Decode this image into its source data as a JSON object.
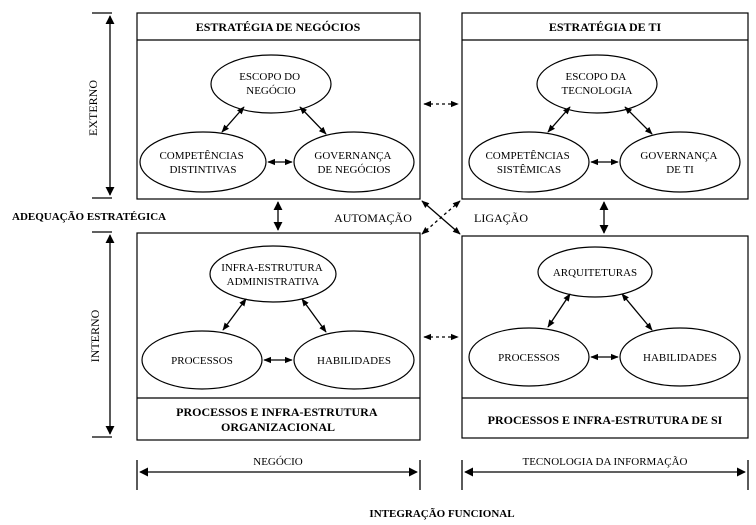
{
  "diagram": {
    "quadrants": {
      "business_strategy": {
        "title": "ESTRATÉGIA DE NEGÓCIOS",
        "nodes": {
          "top": [
            "ESCOPO DO",
            "NEGÓCIO"
          ],
          "left": [
            "COMPETÊNCIAS",
            "DISTINTIVAS"
          ],
          "right": [
            "GOVERNANÇA",
            "DE NEGÓCIOS"
          ]
        }
      },
      "it_strategy": {
        "title": "ESTRATÉGIA DE TI",
        "nodes": {
          "top": [
            "ESCOPO DA",
            "TECNOLOGIA"
          ],
          "left": [
            "COMPETÊNCIAS",
            "SISTÊMICAS"
          ],
          "right": [
            "GOVERNANÇA",
            "DE TI"
          ]
        }
      },
      "org_infrastructure": {
        "title": [
          "PROCESSOS E INFRA-ESTRUTURA",
          "ORGANIZACIONAL"
        ],
        "nodes": {
          "top": [
            "INFRA-ESTRUTURA",
            "ADMINISTRATIVA"
          ],
          "left": [
            "PROCESSOS"
          ],
          "right": [
            "HABILIDADES"
          ]
        }
      },
      "is_infrastructure": {
        "title": "PROCESSOS E INFRA-ESTRUTURA DE SI",
        "nodes": {
          "top": [
            "ARQUITETURAS"
          ],
          "left": [
            "PROCESSOS"
          ],
          "right": [
            "HABILIDADES"
          ]
        }
      }
    },
    "axis_labels": {
      "external": "EXTERNO",
      "internal": "INTERNO",
      "strategic_fit": "ADEQUAÇÃO ESTRATÉGICA",
      "automation": "AUTOMAÇÃO",
      "linkage": "LIGAÇÃO",
      "business": "NEGÓCIO",
      "information_technology": "TECNOLOGIA DA INFORMAÇÃO",
      "functional_integration": "INTEGRAÇÃO FUNCIONAL"
    }
  }
}
